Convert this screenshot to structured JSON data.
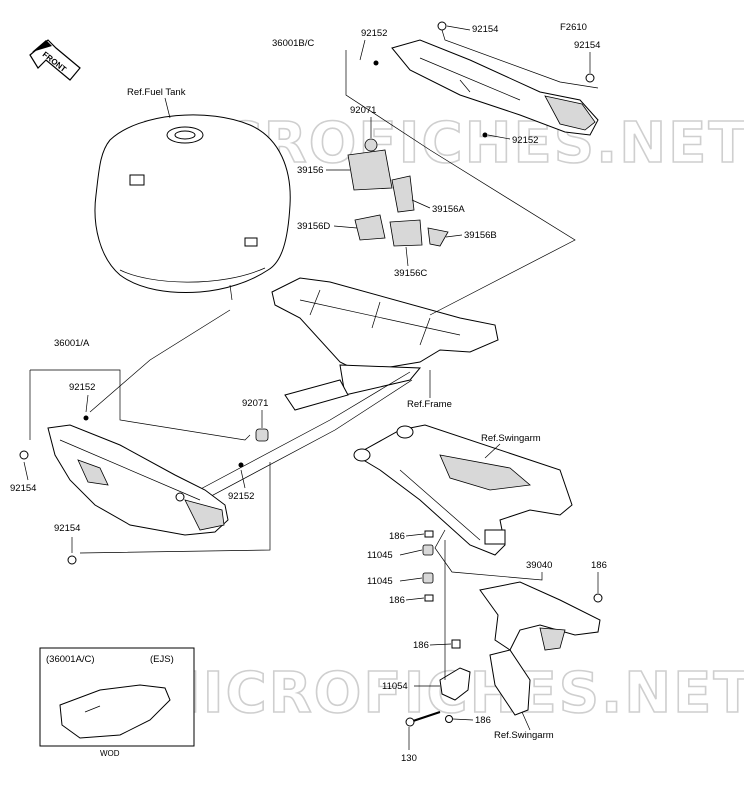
{
  "diagram_code": "F2610",
  "front_badge": "FRONT",
  "watermark": "MICROFICHES.NET",
  "refs": {
    "fuel_tank": "Ref.Fuel Tank",
    "frame": "Ref.Frame",
    "swingarm_top": "Ref.Swingarm",
    "swingarm_bottom": "Ref.Swingarm"
  },
  "parts": {
    "p36001bc": "36001B/C",
    "p92152_top": "92152",
    "p92154_top": "92154",
    "p92154_right": "92154",
    "p92071_top": "92071",
    "p92152_right": "92152",
    "p39156": "39156",
    "p39156a": "39156A",
    "p39156d": "39156D",
    "p39156b": "39156B",
    "p39156c": "39156C",
    "p36001a": "36001/A",
    "p92152_left": "92152",
    "p92071_mid": "92071",
    "p92154_left": "92154",
    "p92152_mid": "92152",
    "p92154_bottom": "92154",
    "p186_a": "186",
    "p11045_a": "11045",
    "p11045_b": "11045",
    "p186_b": "186",
    "p39040": "39040",
    "p186_c": "186",
    "p186_d": "186",
    "p11054": "11054",
    "p186_e": "186",
    "p130": "130"
  },
  "inset": {
    "title": "(36001A/C)",
    "tag": "(EJS)",
    "caption": "WOD"
  }
}
